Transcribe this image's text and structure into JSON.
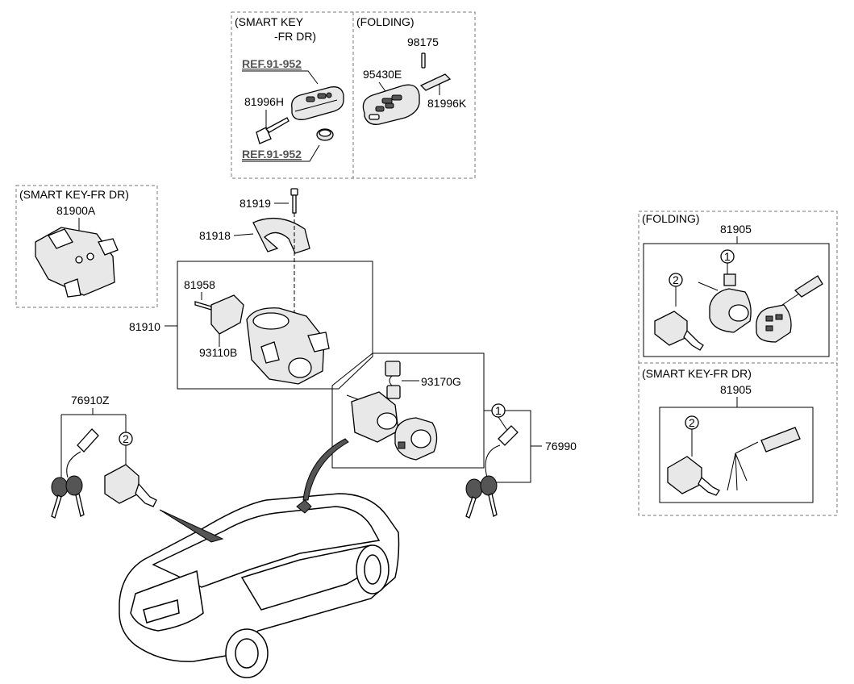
{
  "boxes": {
    "smart_key_fr_dr_top": "(SMART KEY\n-FR DR)",
    "smart_key_fr_dr_top_line1": "(SMART KEY",
    "smart_key_fr_dr_top_line2": "-FR DR)",
    "folding_top": "(FOLDING)",
    "smart_key_left": "(SMART KEY-FR DR)",
    "folding_right": "(FOLDING)",
    "smart_key_right": "(SMART KEY-FR DR)"
  },
  "parts": {
    "ref_1": "REF.91-952",
    "ref_2": "REF.91-952",
    "p81996H": "81996H",
    "p98175": "98175",
    "p95430E": "95430E",
    "p81996K": "81996K",
    "p81900A": "81900A",
    "p81919": "81919",
    "p81918": "81918",
    "p81958": "81958",
    "p81910": "81910",
    "p93110B": "93110B",
    "p93170G": "93170G",
    "p76910Z": "76910Z",
    "p76990": "76990",
    "p81905_a": "81905",
    "p81905_b": "81905"
  },
  "callouts": {
    "c1_center": "1",
    "c2_left": "2",
    "c1_right": "1",
    "c2_right_a": "2",
    "c2_right_b": "2"
  }
}
